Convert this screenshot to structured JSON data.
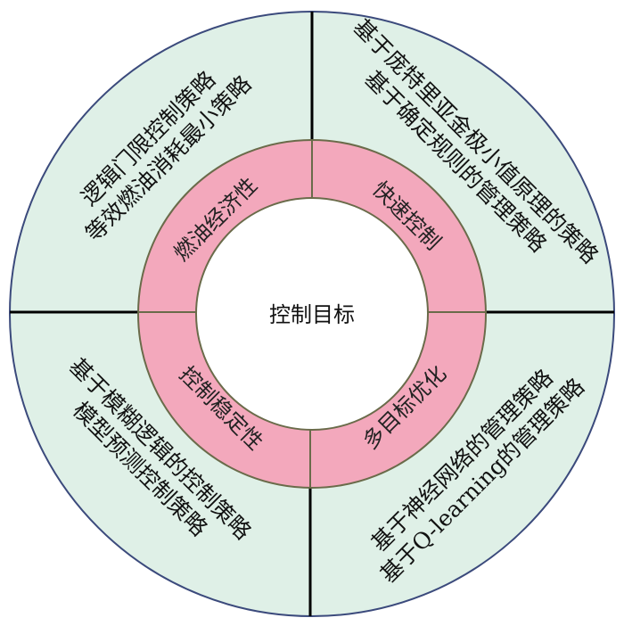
{
  "center": {
    "label": "控制目标"
  },
  "ring": {
    "top_left": "燃油经济性",
    "top_right": "快速控制",
    "bottom_left": "控制稳定性",
    "bottom_right": "多目标优化"
  },
  "outer": {
    "top_left": [
      "逻辑门限控制策略",
      "等效燃油消耗最小策略"
    ],
    "top_right": [
      "基于庞特里亚金极小值原理的策略",
      "基于确定规则的管理策略"
    ],
    "bottom_left": [
      "基于模糊逻辑的控制策略",
      "模型预测控制策略"
    ],
    "bottom_right": [
      "基于神经网络的管理策略",
      "基于Q-learning的管理策略"
    ]
  },
  "colors": {
    "outer_fill": "#dff0e7",
    "outer_stroke": "#3b4a7c",
    "ring_fill": "#f3a8bc",
    "ring_stroke": "#6a6b4a",
    "divider": "#000000"
  }
}
